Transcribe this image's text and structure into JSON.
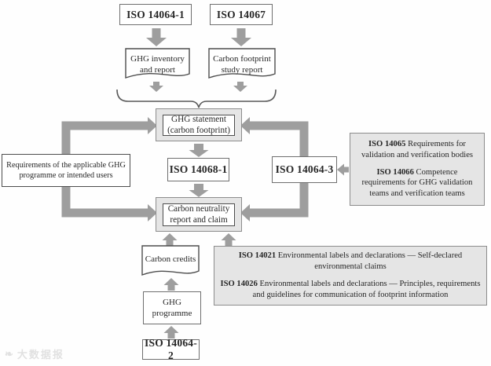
{
  "diagram": {
    "title_context": "ISO carbon footprint and carbon neutrality standards flowchart",
    "nodes": {
      "iso14064_1": "ISO 14064-1",
      "iso14067": "ISO 14067",
      "ghg_inventory_line1": "GHG inventory",
      "ghg_inventory_line2": "and report",
      "carbon_footprint_line1": "Carbon footprint",
      "carbon_footprint_line2": "study report",
      "ghg_statement_line1": "GHG statement",
      "ghg_statement_line2": "(carbon footprint)",
      "iso14068_1": "ISO 14068-1",
      "iso14064_3": "ISO 14064-3",
      "requirements_line1": "Requirements of the applicable GHG",
      "requirements_line2": "programme or intended users",
      "carbon_neutrality_line1": "Carbon neutrality",
      "carbon_neutrality_line2": "report and claim",
      "carbon_credits": "Carbon credits",
      "ghg_programme_line1": "GHG",
      "ghg_programme_line2": "programme",
      "iso14064_2": "ISO 14064-2"
    },
    "side_panel": {
      "entries": [
        {
          "code": "ISO 14065",
          "text": " Requirements for validation and verification bodies"
        },
        {
          "code": "ISO 14066",
          "text": " Competence requirements for GHG validation teams and verification teams"
        }
      ]
    },
    "bottom_panel": {
      "entries": [
        {
          "code": "ISO 14021",
          "text": " Environmental labels and declarations — Self-declared environmental claims"
        },
        {
          "code": "ISO 14026",
          "text": " Environmental labels and declarations — Principles, requirements and guidelines for communication of footprint information"
        }
      ]
    },
    "watermark": {
      "logo": "❧",
      "text": "大数据报"
    },
    "colors": {
      "arrow": "#9e9e9e",
      "panel_fill": "#e5e5e5",
      "border_dark": "#4d4d4d",
      "border_mid": "#8c8c8c",
      "brace": "#595959"
    }
  }
}
